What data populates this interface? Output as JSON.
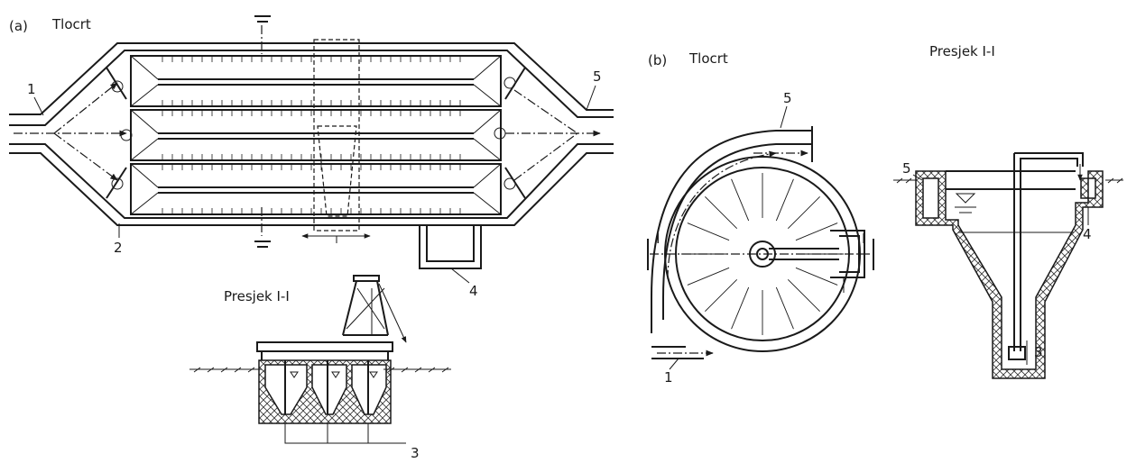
{
  "panel_a": {
    "letter": "(a)",
    "title": "Tlocrt",
    "section_title": "Presjek I-I",
    "section_marker": "I",
    "labels": {
      "n1": "1",
      "n2": "2",
      "n3": "3",
      "n4": "4",
      "n5": "5"
    }
  },
  "panel_b": {
    "letter": "(b)",
    "title": "Tlocrt",
    "section_title": "Presjek I-I",
    "section_marker": "I",
    "labels": {
      "n1": "1",
      "n3": "3",
      "n4": "4",
      "n5": "5",
      "n5s": "5"
    }
  }
}
